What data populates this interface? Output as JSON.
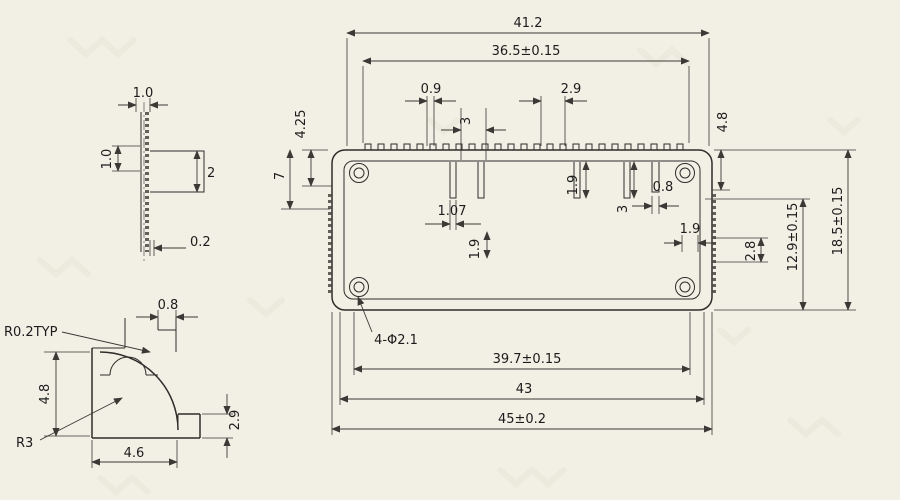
{
  "colors": {
    "background": "#f2efe5",
    "line": "#2e2d2a",
    "text": "#1c1c1c"
  },
  "views": {
    "main": {
      "title": "extrusion-cross-section",
      "dims": {
        "d41_2": "41.2",
        "d36_5": "36.5±0.15",
        "d0_9": "0.9",
        "d2_9": "2.9",
        "d3_top": "3",
        "d4_25": "4.25",
        "d7": "7",
        "d4_8": "4.8",
        "d18_5": "18.5±0.15",
        "d12_9": "12.9±0.15",
        "d2_8": "2.8",
        "d0_8": "0.8",
        "d1_07": "1.07",
        "d1_9_slot": "1.9",
        "d3_mid": "3",
        "d1_9_wall": "1.9",
        "d1_9_right": "1.9",
        "holes": "4-Φ2.1",
        "d39_7": "39.7±0.15",
        "d43": "43",
        "d45": "45±0.2"
      }
    },
    "detail_top": {
      "title": "side-serration-detail",
      "dims": {
        "d1_0_top": "1.0",
        "d1_0_side": "1.0",
        "d2": "2",
        "d0_2": "0.2"
      }
    },
    "corner": {
      "title": "corner-boss-detail",
      "dims": {
        "r0_2": "R0.2TYP",
        "d0_8": "0.8",
        "d4_8": "4.8",
        "d2_9": "2.9",
        "r3": "R3",
        "d4_6": "4.6"
      }
    }
  }
}
